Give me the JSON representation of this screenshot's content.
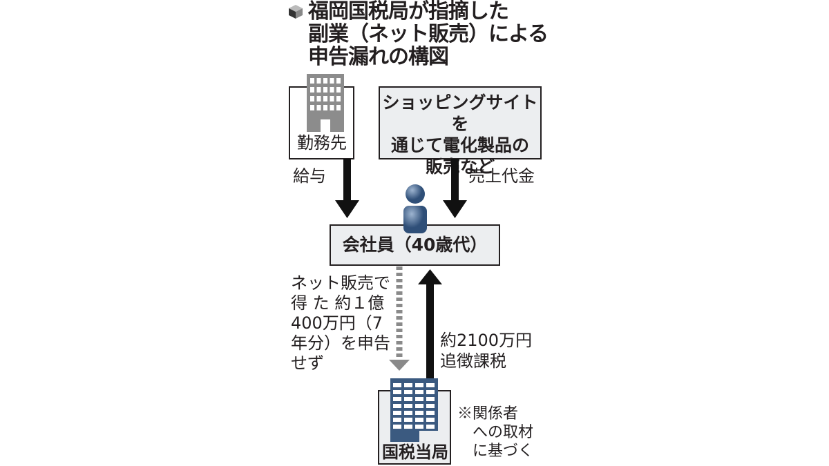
{
  "title": {
    "lines": [
      "福岡国税局が指摘した",
      "副業（ネット販売）による",
      "申告漏れの構図"
    ]
  },
  "nodes": {
    "workplace": "勤務先",
    "shopping": {
      "lines": [
        "ショッピングサイトを",
        "通じて電化製品の",
        "販売など"
      ]
    },
    "employee": "会社員（40歳代）",
    "tax_office": "国税当局"
  },
  "edges": {
    "salary": "給与",
    "sales_proceeds": "売上代金",
    "unreported": {
      "lines": [
        "ネット販売で",
        "得 た 約１億",
        "400万円（7",
        "年分）を申告",
        "せず"
      ]
    },
    "additional_tax": {
      "lines": [
        "約2100万円",
        "追徴課税"
      ]
    }
  },
  "note": {
    "lines": [
      "※関係者",
      "　への取材",
      "　に基づく"
    ]
  },
  "colors": {
    "gray_building": "#8c8c8c",
    "blue_building": "#3b5a80",
    "box_fill": "#eceef0",
    "dashed": "#8a8a8a"
  }
}
